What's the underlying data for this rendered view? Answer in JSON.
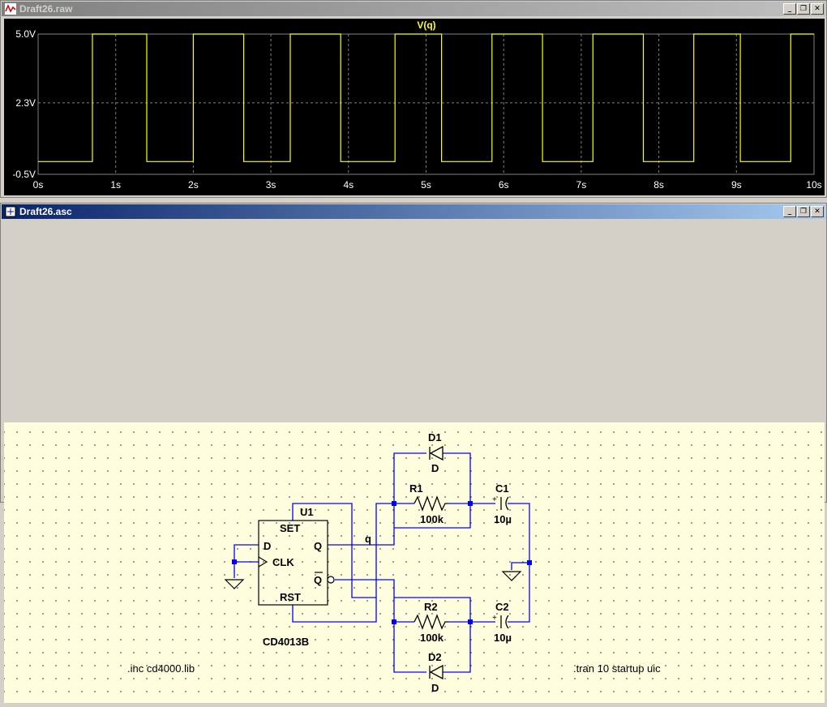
{
  "waveform_window": {
    "title": "Draft26.raw",
    "trace_name": "V(q)",
    "y_ticks": [
      "5.0V",
      "2.3V",
      "-0.5V"
    ],
    "x_ticks": [
      "0s",
      "1s",
      "2s",
      "3s",
      "4s",
      "5s",
      "6s",
      "7s",
      "8s",
      "9s",
      "10s"
    ],
    "colors": {
      "background": "#000000",
      "trace": "#ffff00",
      "grid": "#808080",
      "axis_text": "#ffffff"
    }
  },
  "chart_data": {
    "type": "line",
    "title": "V(q)",
    "xlabel": "",
    "ylabel": "",
    "xlim": [
      0,
      10
    ],
    "ylim": [
      -0.5,
      5.0
    ],
    "series": [
      {
        "name": "V(q)",
        "x": [
          0,
          0.7,
          0.7,
          1.4,
          1.4,
          2.0,
          2.0,
          2.65,
          2.65,
          3.25,
          3.25,
          3.9,
          3.9,
          4.6,
          4.6,
          5.2,
          5.2,
          5.85,
          5.85,
          6.5,
          6.5,
          7.15,
          7.15,
          7.8,
          7.8,
          8.45,
          8.45,
          9.05,
          9.05,
          9.7,
          9.7,
          10
        ],
        "y": [
          0.0,
          0.0,
          5.0,
          5.0,
          0.0,
          0.0,
          5.0,
          5.0,
          0.0,
          0.0,
          5.0,
          5.0,
          0.0,
          0.0,
          5.0,
          5.0,
          0.0,
          0.0,
          5.0,
          5.0,
          0.0,
          0.0,
          5.0,
          5.0,
          0.0,
          0.0,
          5.0,
          5.0,
          0.0,
          0.0,
          5.0,
          5.0
        ]
      }
    ],
    "grid": true
  },
  "schematic_window": {
    "title": "Draft26.asc",
    "labels": {
      "u1": "U1",
      "set": "SET",
      "rst": "RST",
      "d_pin": "D",
      "clk": "CLK",
      "q_pin": "Q",
      "qbar_pin": "Q",
      "part": "CD4013B",
      "net_q": "q",
      "d1": "D1",
      "d1_model": "D",
      "d2": "D2",
      "d2_model": "D",
      "r1": "R1",
      "r1_val": "100k",
      "r2": "R2",
      "r2_val": "100k",
      "c1": "C1",
      "c1_val": "10µ",
      "c2": "C2",
      "c2_val": "10µ",
      "plus1": "+",
      "plus2": "+"
    },
    "directives": {
      "include": ".inc cd4000.lib",
      "tran": ".tran 10 startup uic"
    },
    "colors": {
      "background": "#ffffe0",
      "wire": "#0000ff",
      "component": "#000000",
      "junction": "#0000ff"
    }
  },
  "window_buttons": {
    "minimize": "_",
    "restore": "❐",
    "close": "✕"
  }
}
